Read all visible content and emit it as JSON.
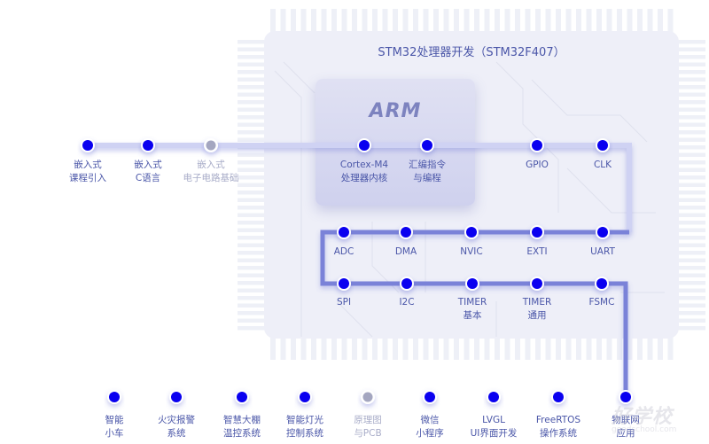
{
  "chip": {
    "title": "STM32处理器开发（STM32F407）",
    "core_logo": "ARM"
  },
  "colors": {
    "node_active": "#0a00f0",
    "node_inactive": "#a4a6c0",
    "path_dark": "#5560cc",
    "path_light": "#cfd2f3",
    "label": "#4a56a8",
    "label_dim": "#a8acc8"
  },
  "tracks": {
    "intro": [
      {
        "lines": [
          "嵌入式",
          "课程引入"
        ],
        "active": true
      },
      {
        "lines": [
          "嵌入式",
          "C语言"
        ],
        "active": true
      },
      {
        "lines": [
          "嵌入式",
          "电子电路基础"
        ],
        "active": false
      }
    ],
    "core": [
      {
        "lines": [
          "Cortex-M4",
          "处理器内核"
        ],
        "active": true
      },
      {
        "lines": [
          "汇编指令",
          "与编程"
        ],
        "active": true
      },
      {
        "lines": [
          "GPIO"
        ],
        "active": true
      },
      {
        "lines": [
          "CLK"
        ],
        "active": true
      }
    ],
    "peripherals_row1": [
      {
        "lines": [
          "ADC"
        ],
        "active": true
      },
      {
        "lines": [
          "DMA"
        ],
        "active": true
      },
      {
        "lines": [
          "NVIC"
        ],
        "active": true
      },
      {
        "lines": [
          "EXTI"
        ],
        "active": true
      },
      {
        "lines": [
          "UART"
        ],
        "active": true
      }
    ],
    "peripherals_row2": [
      {
        "lines": [
          "SPI"
        ],
        "active": true
      },
      {
        "lines": [
          "I2C"
        ],
        "active": true
      },
      {
        "lines": [
          "TIMER",
          "基本"
        ],
        "active": true
      },
      {
        "lines": [
          "TIMER",
          "通用"
        ],
        "active": true
      },
      {
        "lines": [
          "FSMC"
        ],
        "active": true
      }
    ],
    "projects": [
      {
        "lines": [
          "智能",
          "小车"
        ],
        "active": true
      },
      {
        "lines": [
          "火灾报警",
          "系统"
        ],
        "active": true
      },
      {
        "lines": [
          "智慧大棚",
          "温控系统"
        ],
        "active": true
      },
      {
        "lines": [
          "智能灯光",
          "控制系统"
        ],
        "active": true
      },
      {
        "lines": [
          "原理图",
          "与PCB"
        ],
        "active": false
      },
      {
        "lines": [
          "微信",
          "小程序"
        ],
        "active": true
      },
      {
        "lines": [
          "LVGL",
          "UI界面开发"
        ],
        "active": true
      },
      {
        "lines": [
          "FreeRTOS",
          "操作系统"
        ],
        "active": true
      },
      {
        "lines": [
          "物联网",
          "应用"
        ],
        "active": true
      }
    ]
  },
  "watermark": {
    "text": "好学校",
    "sub": "goodschool.com"
  }
}
